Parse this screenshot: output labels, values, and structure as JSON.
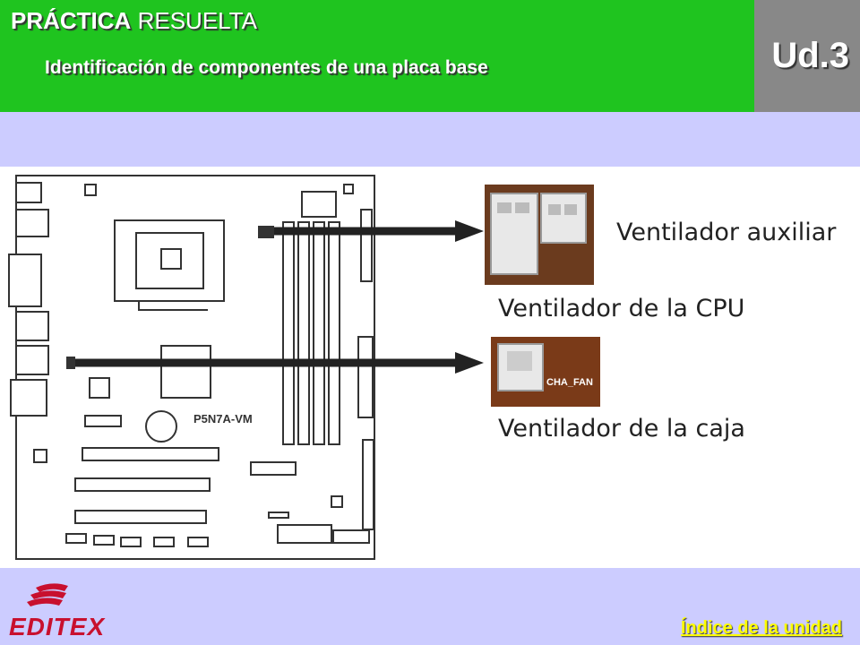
{
  "header": {
    "kicker_bold": "PRÁCTICA",
    "kicker_rest": "RESUELTA",
    "subtitle": "Identificación de componentes de una placa base",
    "unit": "Ud.3",
    "colors": {
      "header_bg": "#1fc41f",
      "unit_bg": "#888888",
      "page_bg": "#ccccff"
    }
  },
  "diagram": {
    "board_label": "P5N7A-VM",
    "callouts": {
      "aux_fan": "Ventilador auxiliar",
      "cpu_fan": "Ventilador de la CPU",
      "case_fan": "Ventilador de la caja"
    },
    "photo_label": "CHA_FAN"
  },
  "footer": {
    "logo_text": "EDITEX",
    "index_link": "Índice de la unidad",
    "colors": {
      "logo": "#c8102e",
      "link": "#ffff00"
    }
  }
}
